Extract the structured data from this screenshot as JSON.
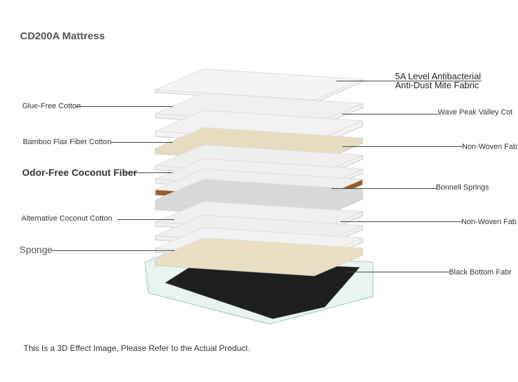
{
  "title": "CD200A Mattress",
  "note": "This Is a 3D Effect Image, Please Refer to the Actual Product.",
  "left_labels": [
    "Glue-Free Cotton",
    "Bamboo Flax Fiber Cotton",
    "Odor-Free Coconut Fiber",
    "Alternative Coconut Cotton",
    "Sponge"
  ],
  "right_labels": {
    "top_line1": "5A Level Antibacterial",
    "top_line2": "Anti-Dust Mite Fabric",
    "wave": "Wave Peak Valley Cot",
    "nonwoven1": "Non-Woven Fab",
    "springs": "Bonnell Springs",
    "nonwoven2": "Non-Woven Fab",
    "bottom": "Black Bottom Fabr"
  }
}
